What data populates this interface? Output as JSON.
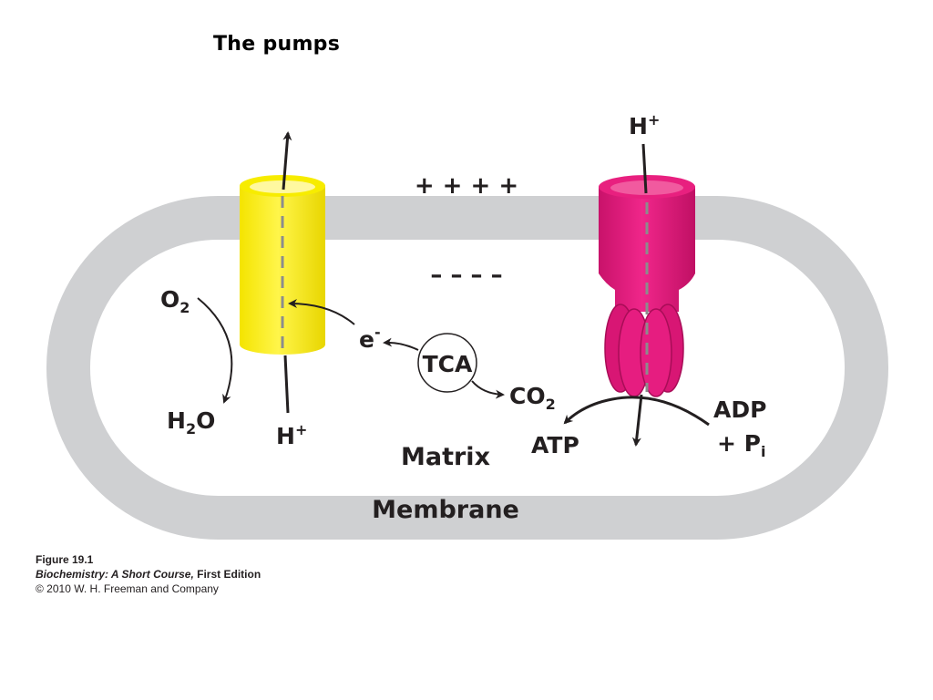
{
  "slide": {
    "title": "The pumps"
  },
  "diagram": {
    "plus_charges": "+ + + +",
    "minus_charges": "– – – –",
    "o2": {
      "base": "O",
      "sub": "2"
    },
    "h2o": {
      "pre": "H",
      "sub": "2",
      "post": "O"
    },
    "h_plus_left": {
      "base": "H",
      "sup": "+"
    },
    "h_plus_right": {
      "base": "H",
      "sup": "+"
    },
    "electron": {
      "base": "e",
      "sup": "-"
    },
    "tca": "TCA",
    "co2": {
      "base": "CO",
      "sub": "2"
    },
    "atp": "ATP",
    "adp": "ADP",
    "pi": {
      "base": "+ P",
      "sub": "i"
    },
    "matrix": "Matrix",
    "membrane": "Membrane",
    "colors": {
      "membrane": "#cfd0d2",
      "pump_yellow": "#fff200",
      "pump_magenta": "#e6197c",
      "dash": "#8c8c8c"
    }
  },
  "caption": {
    "figure": "Figure 19.1",
    "book_title": "Biochemistry: A Short Course,",
    "edition": " First Edition",
    "copyright": "© 2010 W. H. Freeman and Company"
  }
}
